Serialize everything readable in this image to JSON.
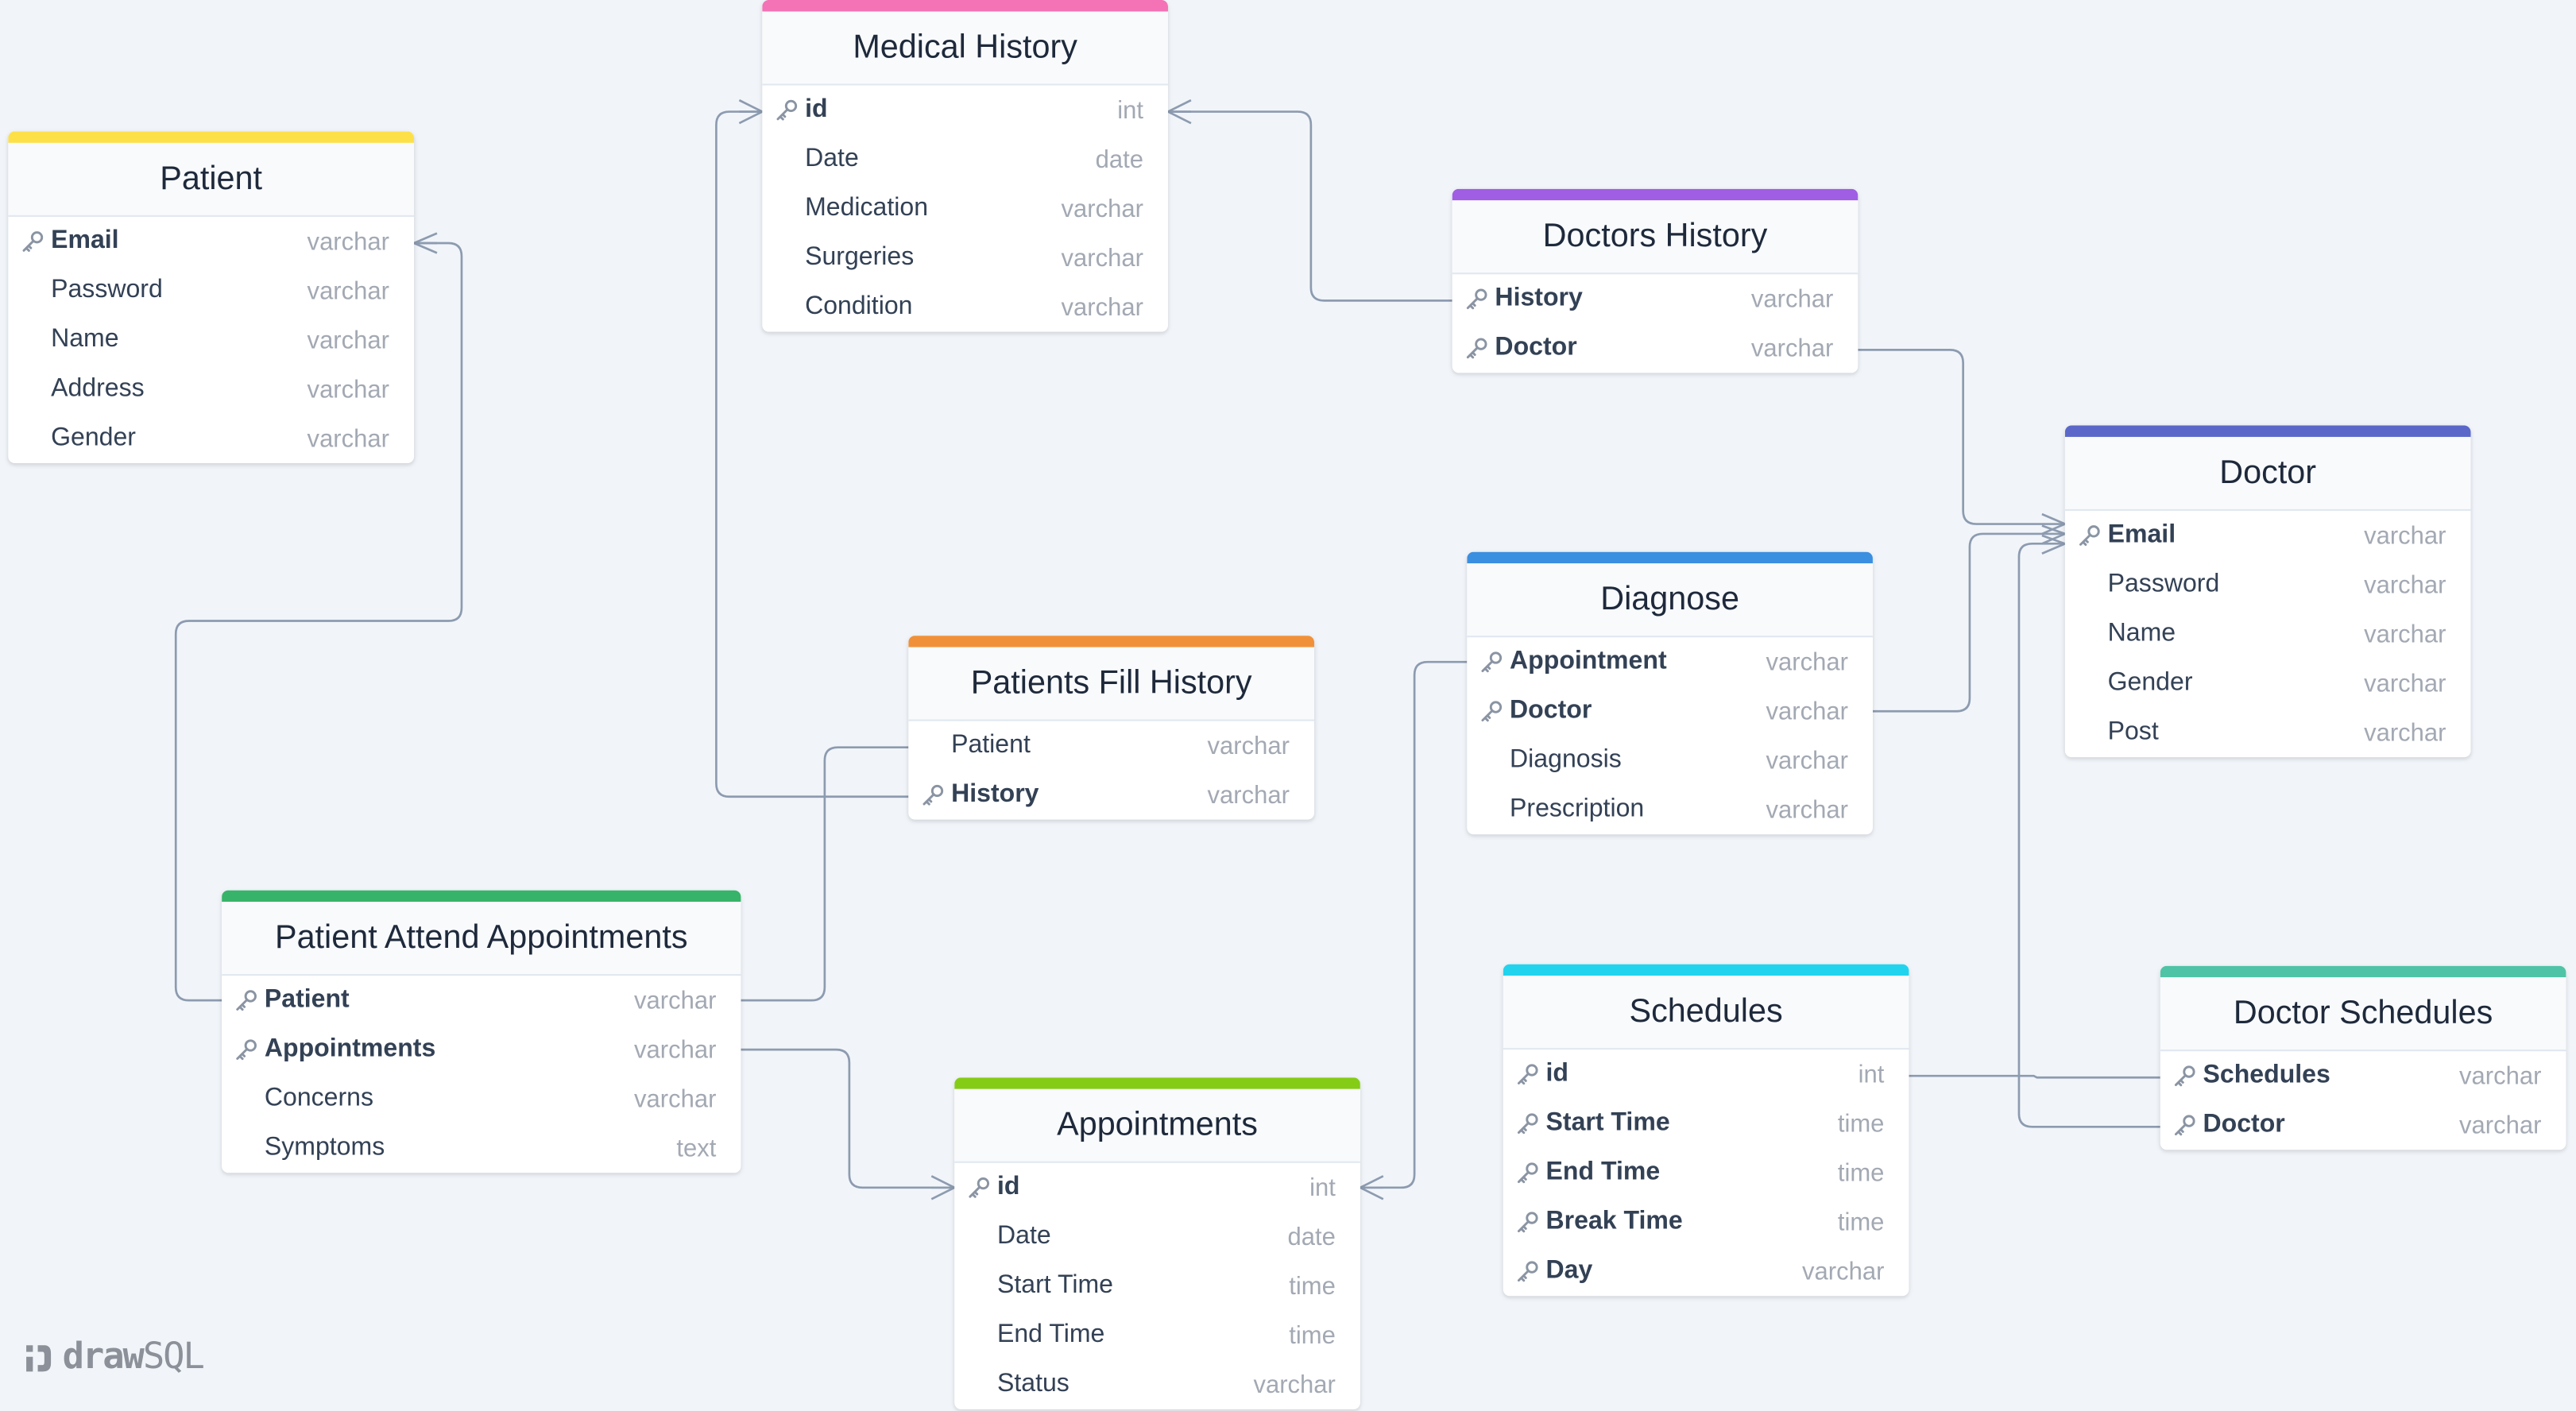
{
  "colors": {
    "patient": "#fde047",
    "medical_history": "#f472b6",
    "doctors_history": "#9f5ee3",
    "doctor": "#5b68c9",
    "diagnose": "#3b8fe0",
    "patients_fill_history": "#f0913a",
    "patient_attend_appointments": "#38b36a",
    "appointments": "#84cc16",
    "schedules": "#22d3ee",
    "doctor_schedules": "#4fc3a6",
    "connector": "#8d9bb0"
  },
  "tables": {
    "patient": {
      "title": "Patient",
      "rows": [
        {
          "name": "Email",
          "type": "varchar",
          "key": true
        },
        {
          "name": "Password",
          "type": "varchar",
          "key": false
        },
        {
          "name": "Name",
          "type": "varchar",
          "key": false
        },
        {
          "name": "Address",
          "type": "varchar",
          "key": false
        },
        {
          "name": "Gender",
          "type": "varchar",
          "key": false
        }
      ]
    },
    "medical_history": {
      "title": "Medical History",
      "rows": [
        {
          "name": "id",
          "type": "int",
          "key": true
        },
        {
          "name": "Date",
          "type": "date",
          "key": false
        },
        {
          "name": "Medication",
          "type": "varchar",
          "key": false
        },
        {
          "name": "Surgeries",
          "type": "varchar",
          "key": false
        },
        {
          "name": "Condition",
          "type": "varchar",
          "key": false
        }
      ]
    },
    "doctors_history": {
      "title": "Doctors History",
      "rows": [
        {
          "name": "History",
          "type": "varchar",
          "key": true
        },
        {
          "name": "Doctor",
          "type": "varchar",
          "key": true
        }
      ]
    },
    "doctor": {
      "title": "Doctor",
      "rows": [
        {
          "name": "Email",
          "type": "varchar",
          "key": true
        },
        {
          "name": "Password",
          "type": "varchar",
          "key": false
        },
        {
          "name": "Name",
          "type": "varchar",
          "key": false
        },
        {
          "name": "Gender",
          "type": "varchar",
          "key": false
        },
        {
          "name": "Post",
          "type": "varchar",
          "key": false
        }
      ]
    },
    "diagnose": {
      "title": "Diagnose",
      "rows": [
        {
          "name": "Appointment",
          "type": "varchar",
          "key": true
        },
        {
          "name": "Doctor",
          "type": "varchar",
          "key": true
        },
        {
          "name": "Diagnosis",
          "type": "varchar",
          "key": false
        },
        {
          "name": "Prescription",
          "type": "varchar",
          "key": false
        }
      ]
    },
    "patients_fill_history": {
      "title": "Patients Fill History",
      "rows": [
        {
          "name": "Patient",
          "type": "varchar",
          "key": false
        },
        {
          "name": "History",
          "type": "varchar",
          "key": true
        }
      ]
    },
    "patient_attend_appointments": {
      "title": "Patient Attend Appointments",
      "rows": [
        {
          "name": "Patient",
          "type": "varchar",
          "key": true
        },
        {
          "name": "Appointments",
          "type": "varchar",
          "key": true
        },
        {
          "name": "Concerns",
          "type": "varchar",
          "key": false
        },
        {
          "name": "Symptoms",
          "type": "text",
          "key": false
        }
      ]
    },
    "appointments": {
      "title": "Appointments",
      "rows": [
        {
          "name": "id",
          "type": "int",
          "key": true
        },
        {
          "name": "Date",
          "type": "date",
          "key": false
        },
        {
          "name": "Start Time",
          "type": "time",
          "key": false
        },
        {
          "name": "End Time",
          "type": "time",
          "key": false
        },
        {
          "name": "Status",
          "type": "varchar",
          "key": false
        }
      ]
    },
    "schedules": {
      "title": "Schedules",
      "rows": [
        {
          "name": "id",
          "type": "int",
          "key": true
        },
        {
          "name": "Start Time",
          "type": "time",
          "key": true
        },
        {
          "name": "End Time",
          "type": "time",
          "key": true
        },
        {
          "name": "Break Time",
          "type": "time",
          "key": true
        },
        {
          "name": "Day",
          "type": "varchar",
          "key": true
        }
      ]
    },
    "doctor_schedules": {
      "title": "Doctor Schedules",
      "rows": [
        {
          "name": "Schedules",
          "type": "varchar",
          "key": true
        },
        {
          "name": "Doctor",
          "type": "varchar",
          "key": true
        }
      ]
    }
  },
  "brand": {
    "bold": "draw",
    "rest": "SQL"
  }
}
